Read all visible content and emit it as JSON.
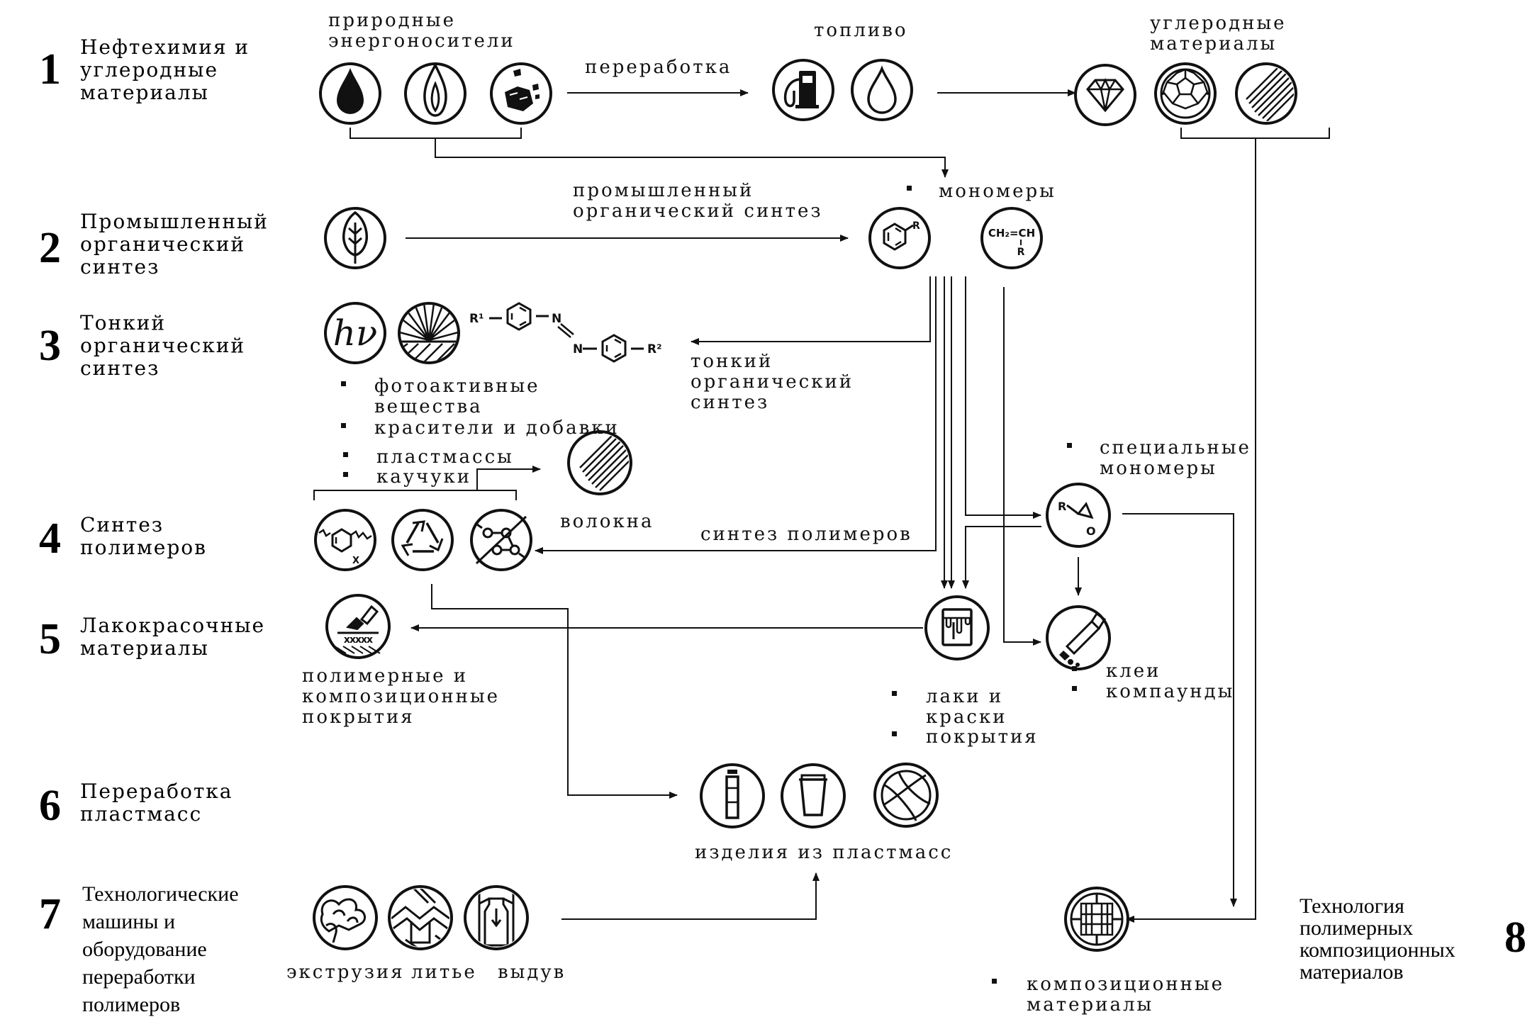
{
  "sections": [
    {
      "number": "1",
      "lines": [
        "Нефтехимия и",
        "углеродные",
        "материалы"
      ]
    },
    {
      "number": "2",
      "lines": [
        "Промышленный",
        "органический",
        "синтез"
      ]
    },
    {
      "number": "3",
      "lines": [
        "Тонкий",
        "органический",
        "синтез"
      ]
    },
    {
      "number": "4",
      "lines": [
        "Синтез",
        "полимеров"
      ]
    },
    {
      "number": "5",
      "lines": [
        "Лакокрасочные",
        "материалы"
      ]
    },
    {
      "number": "6",
      "lines": [
        "Переработка",
        "пластмасс"
      ]
    },
    {
      "number": "7",
      "lines": [
        "Технологические",
        "машины и",
        "оборудование",
        "переработки",
        "полимеров"
      ]
    },
    {
      "number": "8",
      "lines": [
        "Технология",
        "полимерных",
        "композиционных",
        "материалов"
      ]
    }
  ],
  "labels": {
    "natural_energy": [
      "природные",
      "энергоносители"
    ],
    "processing": "переработка",
    "fuel": "топливо",
    "carbon_materials": [
      "углеродные",
      "материалы"
    ],
    "industrial_synthesis": [
      "промышленный",
      "органический синтез"
    ],
    "monomers": "мономеры",
    "fine_synthesis": [
      "тонкий",
      "органический",
      "синтез"
    ],
    "photoactive": [
      "фотоактивные",
      "вещества"
    ],
    "dyes": "красители и добавки",
    "plastics": "пластмассы",
    "rubbers": "каучуки",
    "fibers": "волокна",
    "polymer_synthesis": "синтез полимеров",
    "special_monomers": [
      "специальные",
      "мономеры"
    ],
    "coatings": [
      "полимерные и",
      "композиционные",
      "покрытия"
    ],
    "varnishes": [
      "лаки и",
      "краски"
    ],
    "coatings_item": "покрытия",
    "adhesives": "клеи",
    "compounds": "компаунды",
    "plastic_products": "изделия из пластмасс",
    "extrusion": "экструзия",
    "casting": "литье",
    "blowing": "выдув",
    "composites": [
      "композиционные",
      "материалы"
    ]
  },
  "chem": {
    "r": "R",
    "r1": "R¹",
    "r2": "R²",
    "n": "N",
    "x": "X",
    "o": "O",
    "vinyl_top": "CH₂=CH",
    "vinyl_r": "R",
    "hv": "hν"
  },
  "icons": [
    "oil-drop-icon",
    "flame-icon",
    "coal-icon",
    "fuel-pump-icon",
    "drop-outline-icon",
    "diamond-icon",
    "fullerene-icon",
    "graphite-icon",
    "leaf-icon",
    "benzene-icon",
    "vinyl-monomer-icon",
    "light-hv-icon",
    "sunrise-icon",
    "benzene-polymer-icon",
    "recycle-icon",
    "molecule-icon",
    "fiber-icon",
    "epoxide-icon",
    "paint-brush-icon",
    "paint-can-icon",
    "glue-tube-icon",
    "bottle-icon",
    "cup-icon",
    "ball-icon",
    "extrusion-icon",
    "casting-icon",
    "blowing-icon",
    "composite-weave-icon"
  ]
}
